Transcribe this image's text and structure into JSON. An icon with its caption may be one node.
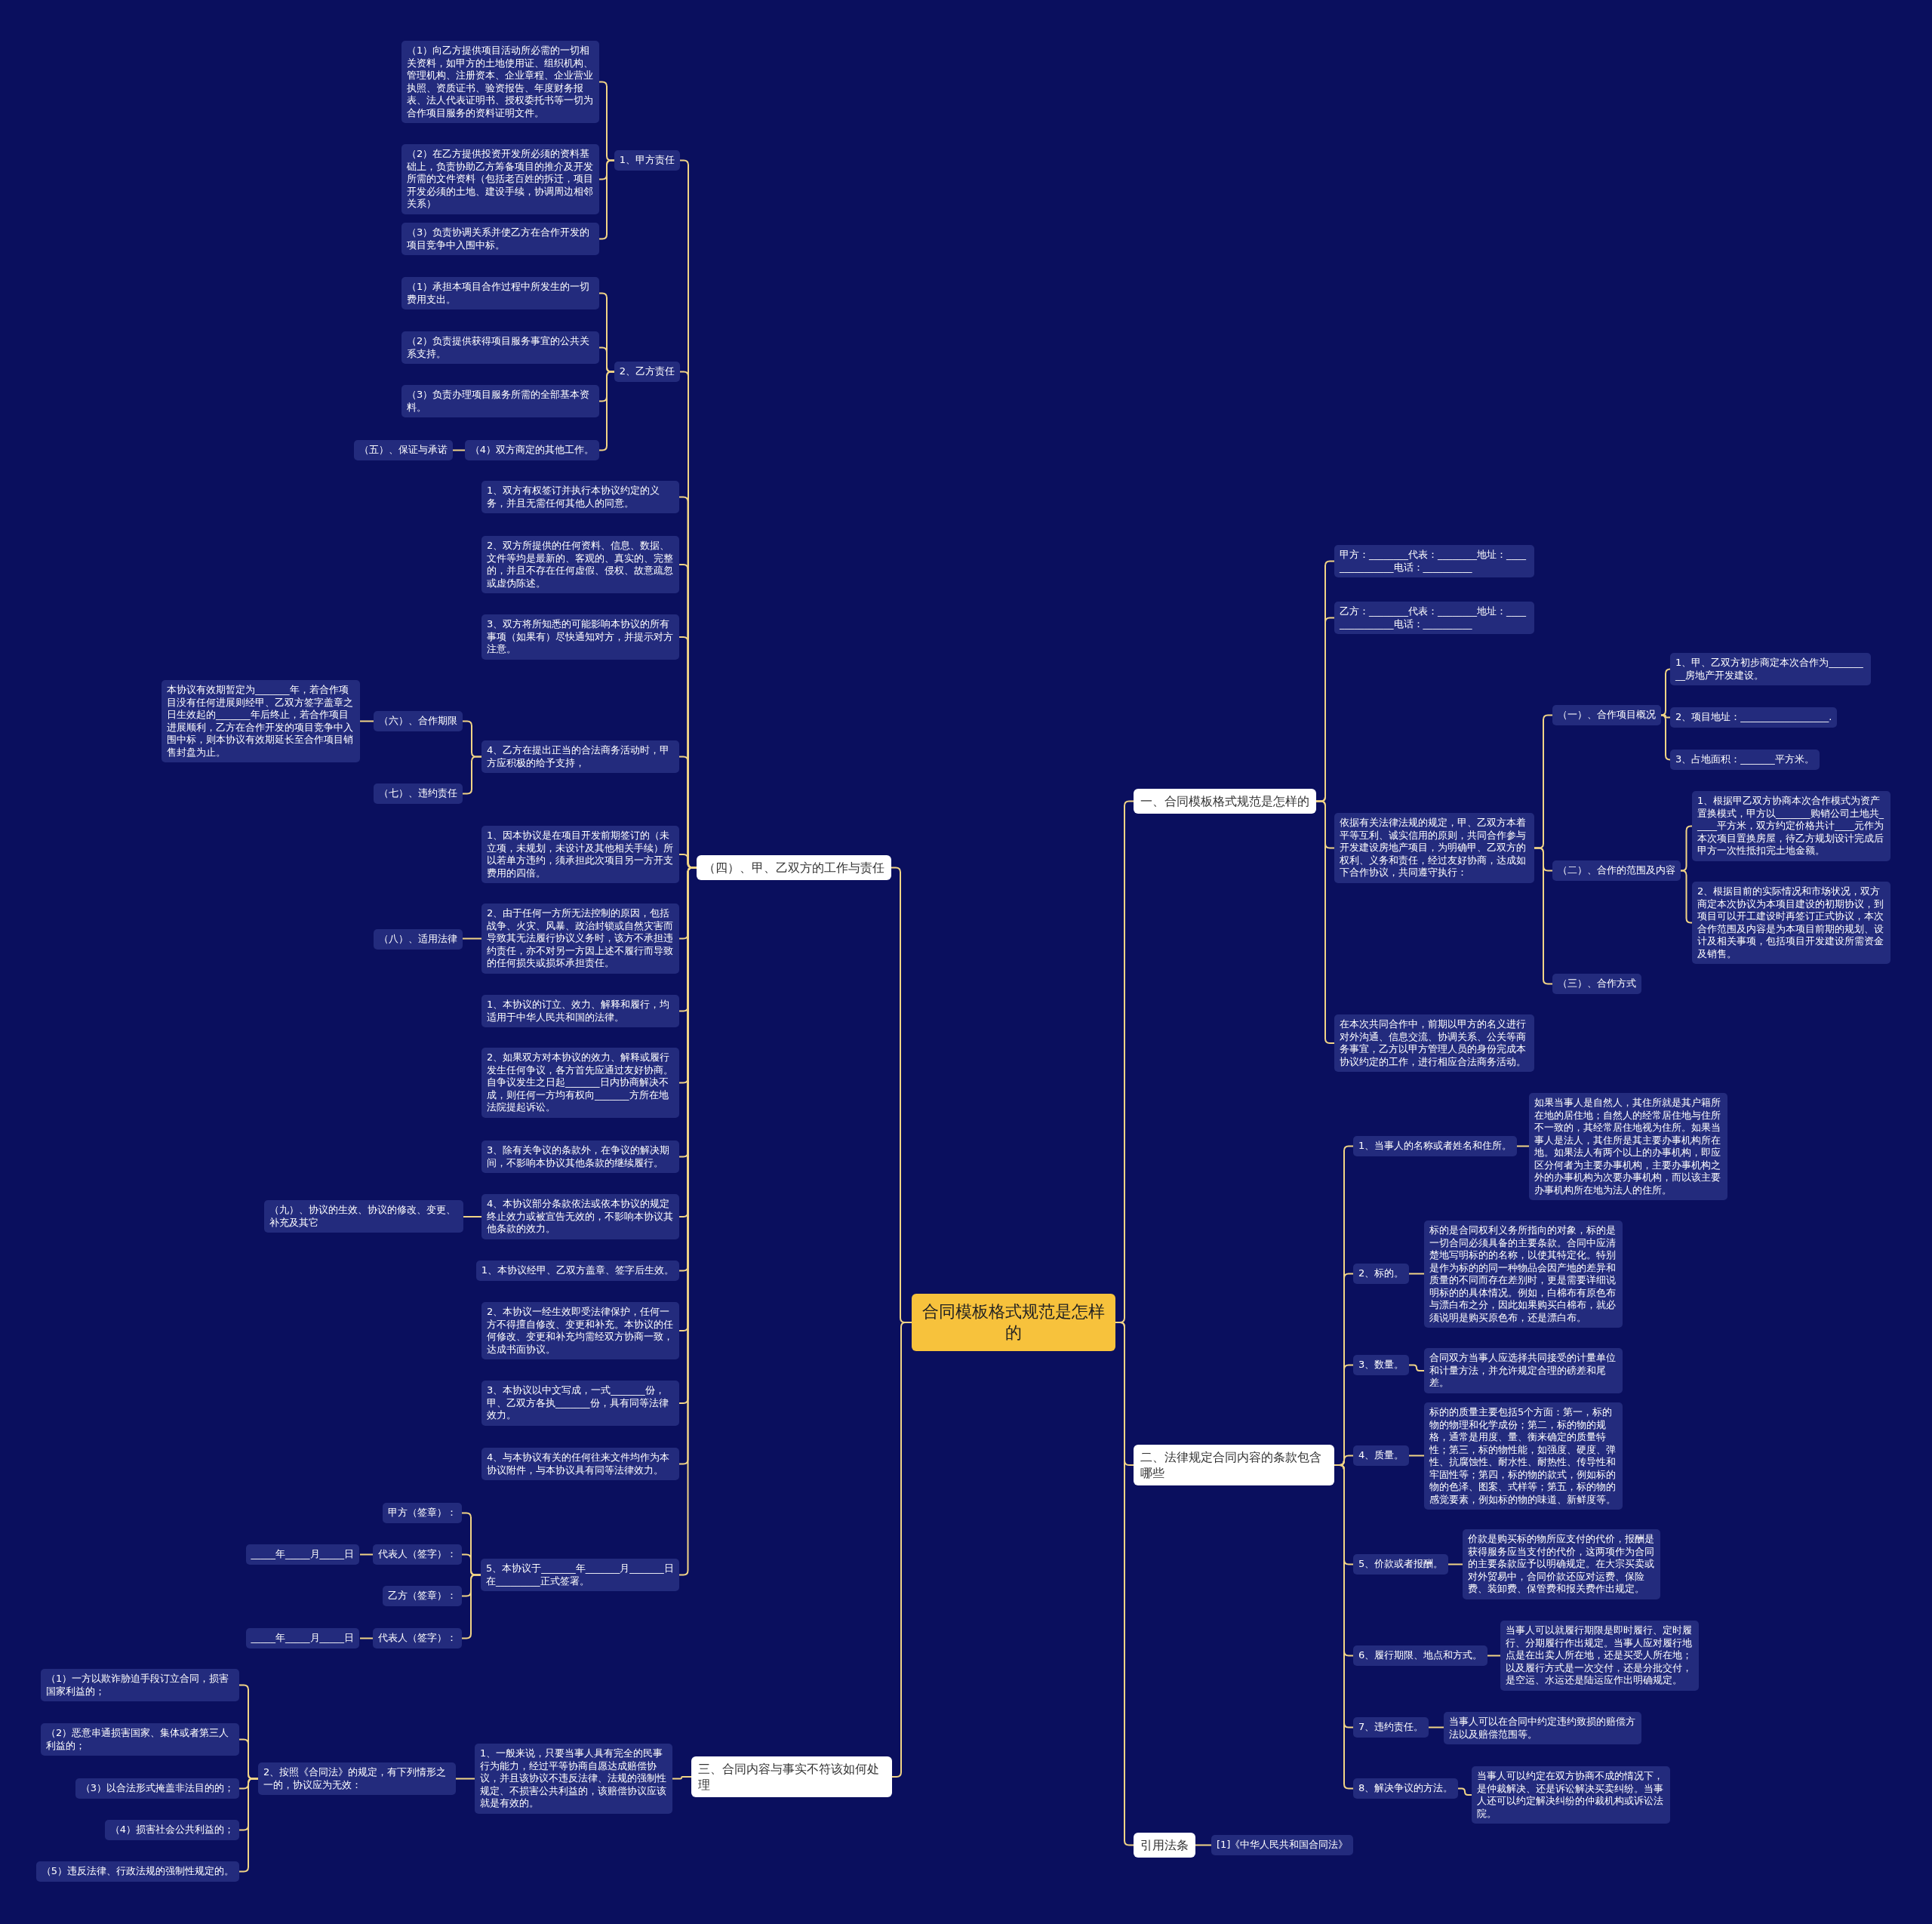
{
  "diagram": {
    "nodes": [
      {
        "text": [
          "合同模板格式规范是怎样的"
        ]
      },
      {
        "text": [
          "一、合同模板格式规范是怎样的"
        ]
      },
      {
        "text": [
          "甲方：________代表：________地址：_______________电话：__________"
        ]
      },
      {
        "text": [
          "乙方：________代表：________地址：_______________电话：__________"
        ]
      },
      {
        "text": [
          "依据有关法律法规的规定，甲、乙双方本着平等互利、诚实信用的原则，共同合作参与开发建设房地产项目，为明确甲、乙双方的权利、义务和责任，经过友好协商，达成如下合作协议，共同遵守执行："
        ]
      },
      {
        "text": [
          "（一）、合作项目概况"
        ]
      },
      {
        "text": [
          "1、甲、乙双方初步商定本次合作为_________房地产开发建设。"
        ]
      },
      {
        "text": [
          "2、项目地址：__________________."
        ]
      },
      {
        "text": [
          "3、占地面积：_______平方米。"
        ]
      },
      {
        "text": [
          "（二）、合作的范围及内容"
        ]
      },
      {
        "text": [
          "1、根据甲乙双方协商本次合作模式为资产置换模式，甲方以_______购销公司土地共_____平方米，双方约定价格共计____元作为本次项目置换房屋，待乙方规划设计完成后甲方一次性抵扣完土地金额。"
        ]
      },
      {
        "text": [
          "2、根据目前的实际情况和市场状况，双方商定本次协议为本项目建设的初期协议，到项目可以开工建设时再签订正式协议，本次合作范围及内容是为本项目前期的规划、设计及相关事项，包括项目开发建设所需资金及销售。"
        ]
      },
      {
        "text": [
          "（三）、合作方式"
        ]
      },
      {
        "text": [
          "在本次共同合作中，前期以甲方的名义进行对外沟通、信息交流、协调关系、公关等商务事宜，乙方以甲方管理人员的身份完成本协议约定的工作，进行相应合法商务活动。"
        ]
      },
      {
        "text": [
          "二、法律规定合同内容的条款包含哪些"
        ]
      },
      {
        "text": [
          "1、当事人的名称或者姓名和住所。"
        ]
      },
      {
        "text": [
          "如果当事人是自然人，其住所就是其户籍所在地的居住地；自然人的经常居住地与住所不一致的，其经常居住地视为住所。如果当事人是法人，其住所是其主要办事机构所在地。如果法人有两个以上的办事机构，即应区分何者为主要办事机构，主要办事机构之外的办事机构为次要办事机构，而以该主要办事机构所在地为法人的住所。"
        ]
      },
      {
        "text": [
          "2、标的。"
        ]
      },
      {
        "text": [
          "标的是合同权利义务所指向的对象，标的是一切合同必须具备的主要条款。合同中应清楚地写明标的的名称，以使其特定化。特别是作为标的的同一种物品会因产地的差异和质量的不同而存在差别时，更是需要详细说明标的的具体情况。例如，白棉布有原色布与漂白布之分，因此如果购买白棉布，就必须说明是购买原色布，还是漂白布。"
        ]
      },
      {
        "text": [
          "3、数量。"
        ]
      },
      {
        "text": [
          "合同双方当事人应选择共同接受的计量单位和计量方法，并允许规定合理的磅差和尾差。"
        ]
      },
      {
        "text": [
          "4、质量。"
        ]
      },
      {
        "text": [
          "标的的质量主要包括5个方面：第一，标的物的物理和化学成份；第二，标的物的规格，通常是用度、量、衡来确定的质量特性；第三，标的物性能，如强度、硬度、弹性、抗腐蚀性、耐水性、耐热性、传导性和牢固性等；第四，标的物的款式，例如标的物的色泽、图案、式样等；第五，标的物的感觉要素，例如标的物的味道、新鲜度等。"
        ]
      },
      {
        "text": [
          "5、价款或者报酬。"
        ]
      },
      {
        "text": [
          "价款是购买标的物所应支付的代价，报酬是获得服务应当支付的代价，这两项作为合同的主要条款应予以明确规定。在大宗买卖或对外贸易中，合同价款还应对运费、保险费、装卸费、保管费和报关费作出规定。"
        ]
      },
      {
        "text": [
          "6、履行期限、地点和方式。"
        ]
      },
      {
        "text": [
          "当事人可以就履行期限是即时履行、定时履行、分期履行作出规定。当事人应对履行地点是在出卖人所在地，还是买受人所在地；以及履行方式是一次交付，还是分批交付，是空运、水运还是陆运应作出明确规定。"
        ]
      },
      {
        "text": [
          "7、违约责任。"
        ]
      },
      {
        "text": [
          "当事人可以在合同中约定违约致损的赔偿方法以及赔偿范围等。"
        ]
      },
      {
        "text": [
          "8、解决争议的方法。"
        ]
      },
      {
        "text": [
          "当事人可以约定在双方协商不成的情况下，是仲裁解决、还是诉讼解决买卖纠纷。当事人还可以约定解决纠纷的仲裁机构或诉讼法院。"
        ]
      },
      {
        "text": [
          "引用法条"
        ]
      },
      {
        "text": [
          "[1]《中华人民共和国合同法》"
        ]
      },
      {
        "text": [
          "（四）、甲、乙双方的工作与责任"
        ]
      },
      {
        "text": [
          "1、甲方责任"
        ]
      },
      {
        "text": [
          "（1）向乙方提供项目活动所必需的一切相关资料，如甲方的土地使用证、组织机构、管理机构、注册资本、企业章程、企业营业执照、资质证书、验资报告、年度财务报表、法人代表证明书、授权委托书等一切为合作项目服务的资料证明文件。"
        ]
      },
      {
        "text": [
          "（2）在乙方提供投资开发所必须的资料基础上，负责协助乙方筹备项目的推介及开发所需的文件资料（包括老百姓的拆迁，项目开发必须的土地、建设手续，协调周边相邻关系）"
        ]
      },
      {
        "text": [
          "（3）负责协调关系并使乙方在合作开发的项目竞争中入围中标。"
        ]
      },
      {
        "text": [
          "2、乙方责任"
        ]
      },
      {
        "text": [
          "（1）承担本项目合作过程中所发生的一切费用支出。"
        ]
      },
      {
        "text": [
          "（2）负责提供获得项目服务事宜的公共关系支持。"
        ]
      },
      {
        "text": [
          "（3）负责办理项目服务所需的全部基本资料。"
        ]
      },
      {
        "text": [
          "（4）双方商定的其他工作。"
        ]
      },
      {
        "text": [
          "（五）、保证与承诺"
        ]
      },
      {
        "text": [
          "1、双方有权签订并执行本协议约定的义务，并且无需任何其他人的同意。"
        ]
      },
      {
        "text": [
          "2、双方所提供的任何资料、信息、数据、文件等均是最新的、客观的、真实的、完整的，并且不存在任何虚假、侵权、故意疏忽或虚伪陈述。"
        ]
      },
      {
        "text": [
          "3、双方将所知悉的可能影响本协议的所有事项（如果有）尽快通知对方，并提示对方注意。"
        ]
      },
      {
        "text": [
          "4、乙方在提出正当的合法商务活动时，甲方应积极的给予支持，"
        ]
      },
      {
        "text": [
          "（六）、合作期限"
        ]
      },
      {
        "text": [
          "本协议有效期暂定为_______年，若合作项目没有任何进展则经甲、乙双方签字盖章之日生效起的_______年后终止，若合作项目进展顺利，乙方在合作开发的项目竞争中入围中标，则本协议有效期延长至合作项目销售封盘为止。"
        ]
      },
      {
        "text": [
          "（七）、违约责任"
        ]
      },
      {
        "text": [
          "1、因本协议是在项目开发前期签订的（未立项，未规划，未设计及其他相关手续）所以若单方违约，须承担此次项目另一方开支费用的四倍。"
        ]
      },
      {
        "text": [
          "2、由于任何一方所无法控制的原因，包括战争、火灾、风暴、政治封锁或自然灾害而导致其无法履行协议义务时，该方不承担违约责任，亦不对另一方因上述不履行而导致的任何损失或损坏承担责任。"
        ]
      },
      {
        "text": [
          "（八）、适用法律"
        ]
      },
      {
        "text": [
          "1、本协议的订立、效力、解释和履行，均适用于中华人民共和国的法律。"
        ]
      },
      {
        "text": [
          "2、如果双方对本协议的效力、解释或履行发生任何争议，各方首先应通过友好协商。自争议发生之日起_______日内协商解决不成，则任何一方均有权向_______方所在地法院提起诉讼。"
        ]
      },
      {
        "text": [
          "3、除有关争议的条款外，在争议的解决期间，不影响本协议其他条款的继续履行。"
        ]
      },
      {
        "text": [
          "4、本协议部分条款依法或依本协议的规定终止效力或被宣告无效的，不影响本协议其他条款的效力。"
        ]
      },
      {
        "text": [
          "（九）、协议的生效、协议的修改、变更、补充及其它"
        ]
      },
      {
        "text": [
          "1、本协议经甲、乙双方盖章、签字后生效。"
        ]
      },
      {
        "text": [
          "2、本协议一经生效即受法律保护，任何一方不得擅自修改、变更和补充。本协议的任何修改、变更和补充均需经双方协商一致，达成书面协议。"
        ]
      },
      {
        "text": [
          "3、本协议以中文写成，一式_______份，甲、乙双方各执_______份，具有同等法律效力。"
        ]
      },
      {
        "text": [
          "4、与本协议有关的任何往来文件均作为本协议附件，与本协议具有同等法律效力。"
        ]
      },
      {
        "text": [
          "5、本协议于_______年_______月_______日在_________正式签署。"
        ]
      },
      {
        "text": [
          "甲方（签章）："
        ]
      },
      {
        "text": [
          "代表人（签字）："
        ]
      },
      {
        "text": [
          "_____年_____月_____日"
        ]
      },
      {
        "text": [
          "乙方（签章）："
        ]
      },
      {
        "text": [
          "代表人（签字）："
        ]
      },
      {
        "text": [
          "_____年_____月_____日"
        ]
      },
      {
        "text": [
          "三、合同内容与事实不符该如何处理"
        ]
      },
      {
        "text": [
          "1、一般来说，只要当事人具有完全的民事行为能力，经过平等协商自愿达成赔偿协议，并且该协议不违反法律、法规的强制性规定、不损害公共利益的，该赔偿协议应该就是有效的。"
        ]
      },
      {
        "text": [
          "2、按照《合同法》的规定，有下列情形之一的，协议应为无效："
        ]
      },
      {
        "text": [
          "（1）一方以欺诈胁迫手段订立合同，损害国家利益的；"
        ]
      },
      {
        "text": [
          "（2）恶意串通损害国家、集体或者第三人利益的；"
        ]
      },
      {
        "text": [
          "（3）以合法形式掩盖非法目的的；"
        ]
      },
      {
        "text": [
          "（4）损害社会公共利益的；"
        ]
      },
      {
        "text": [
          "（5）违反法律、行政法规的强制性规定的。"
        ]
      }
    ],
    "edges": [
      {
        "from": 0,
        "to": 1,
        "arrow": "none"
      },
      {
        "from": 1,
        "to": 2,
        "arrow": "none"
      },
      {
        "from": 1,
        "to": 3,
        "arrow": "none"
      },
      {
        "from": 1,
        "to": 4,
        "arrow": "none"
      },
      {
        "from": 4,
        "to": 5,
        "arrow": "none"
      },
      {
        "from": 5,
        "to": 6,
        "arrow": "none"
      },
      {
        "from": 5,
        "to": 7,
        "arrow": "none"
      },
      {
        "from": 5,
        "to": 8,
        "arrow": "none"
      },
      {
        "from": 4,
        "to": 9,
        "arrow": "none"
      },
      {
        "from": 9,
        "to": 10,
        "arrow": "none"
      },
      {
        "from": 9,
        "to": 11,
        "arrow": "none"
      },
      {
        "from": 4,
        "to": 12,
        "arrow": "none"
      },
      {
        "from": 1,
        "to": 13,
        "arrow": "none"
      },
      {
        "from": 0,
        "to": 14,
        "arrow": "none"
      },
      {
        "from": 14,
        "to": 15,
        "arrow": "none"
      },
      {
        "from": 15,
        "to": 16,
        "arrow": "none"
      },
      {
        "from": 14,
        "to": 17,
        "arrow": "none"
      },
      {
        "from": 17,
        "to": 18,
        "arrow": "none"
      },
      {
        "from": 14,
        "to": 19,
        "arrow": "none"
      },
      {
        "from": 19,
        "to": 20,
        "arrow": "none"
      },
      {
        "from": 14,
        "to": 21,
        "arrow": "none"
      },
      {
        "from": 21,
        "to": 22,
        "arrow": "none"
      },
      {
        "from": 14,
        "to": 23,
        "arrow": "none"
      },
      {
        "from": 23,
        "to": 24,
        "arrow": "none"
      },
      {
        "from": 14,
        "to": 25,
        "arrow": "none"
      },
      {
        "from": 25,
        "to": 26,
        "arrow": "none"
      },
      {
        "from": 14,
        "to": 27,
        "arrow": "none"
      },
      {
        "from": 27,
        "to": 28,
        "arrow": "none"
      },
      {
        "from": 14,
        "to": 29,
        "arrow": "none"
      },
      {
        "from": 29,
        "to": 30,
        "arrow": "none"
      },
      {
        "from": 0,
        "to": 31,
        "arrow": "none"
      },
      {
        "from": 31,
        "to": 32,
        "arrow": "none"
      },
      {
        "from": 0,
        "to": 33,
        "arrow": "none"
      },
      {
        "from": 33,
        "to": 34,
        "arrow": "none"
      },
      {
        "from": 34,
        "to": 35,
        "arrow": "none"
      },
      {
        "from": 34,
        "to": 36,
        "arrow": "none"
      },
      {
        "from": 34,
        "to": 37,
        "arrow": "none"
      },
      {
        "from": 33,
        "to": 38,
        "arrow": "none"
      },
      {
        "from": 38,
        "to": 39,
        "arrow": "none"
      },
      {
        "from": 38,
        "to": 40,
        "arrow": "none"
      },
      {
        "from": 38,
        "to": 41,
        "arrow": "none"
      },
      {
        "from": 38,
        "to": 42,
        "arrow": "none"
      },
      {
        "from": 42,
        "to": 43,
        "arrow": "none"
      },
      {
        "from": 33,
        "to": 44,
        "arrow": "none"
      },
      {
        "from": 33,
        "to": 45,
        "arrow": "none"
      },
      {
        "from": 33,
        "to": 46,
        "arrow": "none"
      },
      {
        "from": 33,
        "to": 47,
        "arrow": "none"
      },
      {
        "from": 47,
        "to": 48,
        "arrow": "none"
      },
      {
        "from": 48,
        "to": 49,
        "arrow": "none"
      },
      {
        "from": 47,
        "to": 50,
        "arrow": "none"
      },
      {
        "from": 33,
        "to": 51,
        "arrow": "none"
      },
      {
        "from": 33,
        "to": 52,
        "arrow": "none"
      },
      {
        "from": 52,
        "to": 53,
        "arrow": "none"
      },
      {
        "from": 33,
        "to": 54,
        "arrow": "none"
      },
      {
        "from": 33,
        "to": 55,
        "arrow": "none"
      },
      {
        "from": 33,
        "to": 56,
        "arrow": "none"
      },
      {
        "from": 33,
        "to": 57,
        "arrow": "none"
      },
      {
        "from": 57,
        "to": 58,
        "arrow": "none"
      },
      {
        "from": 33,
        "to": 59,
        "arrow": "none"
      },
      {
        "from": 33,
        "to": 60,
        "arrow": "none"
      },
      {
        "from": 33,
        "to": 61,
        "arrow": "none"
      },
      {
        "from": 33,
        "to": 62,
        "arrow": "none"
      },
      {
        "from": 33,
        "to": 63,
        "arrow": "none"
      },
      {
        "from": 63,
        "to": 64,
        "arrow": "none"
      },
      {
        "from": 63,
        "to": 65,
        "arrow": "none"
      },
      {
        "from": 65,
        "to": 66,
        "arrow": "none"
      },
      {
        "from": 63,
        "to": 67,
        "arrow": "none"
      },
      {
        "from": 63,
        "to": 68,
        "arrow": "none"
      },
      {
        "from": 68,
        "to": 69,
        "arrow": "none"
      },
      {
        "from": 0,
        "to": 70,
        "arrow": "none"
      },
      {
        "from": 70,
        "to": 71,
        "arrow": "none"
      },
      {
        "from": 71,
        "to": 72,
        "arrow": "none"
      },
      {
        "from": 72,
        "to": 73,
        "arrow": "none"
      },
      {
        "from": 72,
        "to": 74,
        "arrow": "none"
      },
      {
        "from": 72,
        "to": 75,
        "arrow": "none"
      },
      {
        "from": 72,
        "to": 76,
        "arrow": "none"
      },
      {
        "from": 72,
        "to": 77,
        "arrow": "none"
      }
    ]
  }
}
